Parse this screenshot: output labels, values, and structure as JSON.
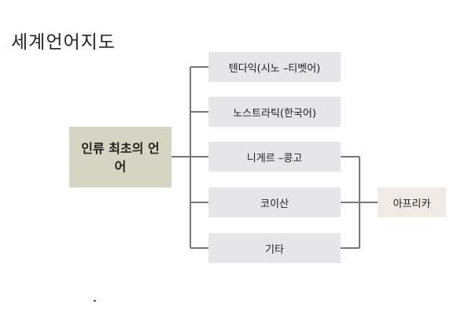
{
  "title": "세계언어지도",
  "root": {
    "label": "인류 최초의 언어"
  },
  "branches": [
    "텐다익(시노 –티벳어)",
    "노스트라틱(한국어)",
    "니게르 –콩고",
    "코이산",
    "기타"
  ],
  "region": {
    "label": "아프리카"
  },
  "colors": {
    "root_fill": "#d6d5c3",
    "branch_fill": "#e6e6e8",
    "region_fill": "#f1ebe5",
    "connector": "#777777"
  }
}
